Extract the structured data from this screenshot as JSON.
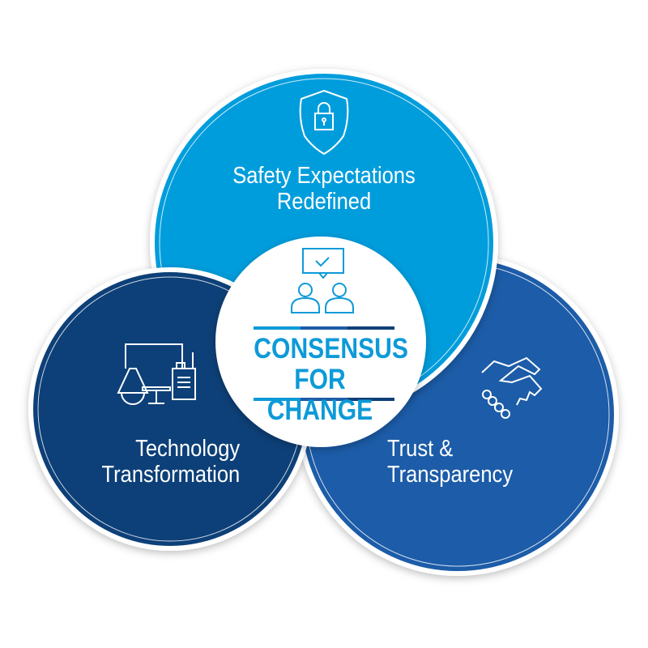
{
  "colors": {
    "top": "#009ddc",
    "left": "#0f3f78",
    "right": "#1e5ca8",
    "center_text": "#0d9ad8"
  },
  "circles": [
    {
      "id": "safety",
      "label_line1": "Safety Expectations",
      "label_line2": "Redefined",
      "icon": "shield-lock-icon"
    },
    {
      "id": "technology",
      "label_line1": "Technology",
      "label_line2": "Transformation",
      "icon": "camera-radio-icon"
    },
    {
      "id": "trust",
      "label_line1": "Trust &",
      "label_line2": "Transparency",
      "icon": "handshake-icon"
    }
  ],
  "center": {
    "line1": "CONSENSUS",
    "line2": "FOR CHANGE",
    "icon": "people-consensus-icon"
  }
}
